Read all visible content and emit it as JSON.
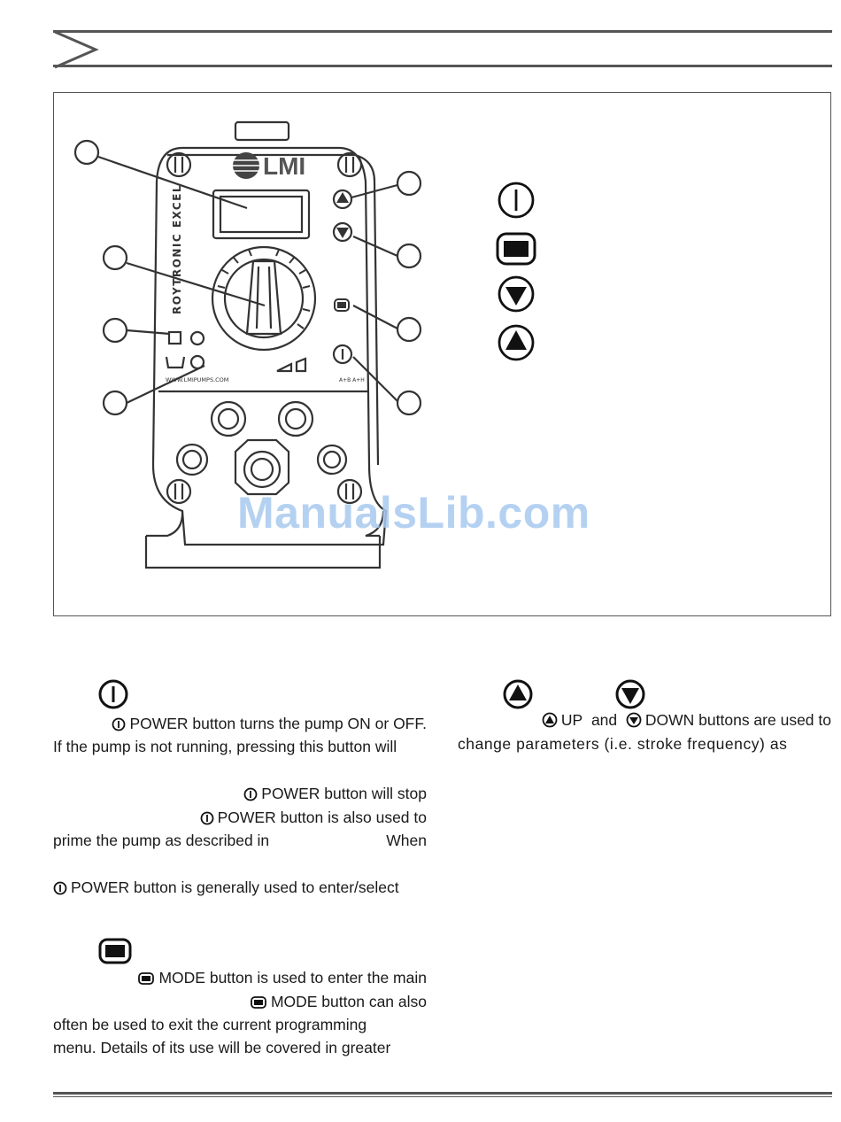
{
  "watermark": "ManualsLib.com",
  "device": {
    "brand": "LMI",
    "model_label": "ROYTRONIC EXCEL",
    "website": "WWW.LMIPUMPS.COM",
    "corner_label": "A+B A+H"
  },
  "legend_icons": [
    "power-icon",
    "mode-icon",
    "down-icon",
    "up-icon"
  ],
  "left_column": {
    "power_lines": [
      "POWER button turns the pump ON or OFF.",
      "If the pump is not running, pressing this button will",
      "POWER button will stop",
      "POWER button is also used to",
      "prime the pump as described in",
      "When",
      "POWER button is generally used to enter/select"
    ],
    "mode_lines": [
      "MODE button is used to enter the main",
      "MODE button can also",
      "often be used to exit the current programming",
      "menu. Details of its use will be covered in greater"
    ]
  },
  "right_column": {
    "updown_line1_up": "UP",
    "updown_line1_and": "and",
    "updown_line1_rest": "DOWN buttons are used to",
    "updown_line2": "change parameters (i.e. stroke frequency) as"
  }
}
